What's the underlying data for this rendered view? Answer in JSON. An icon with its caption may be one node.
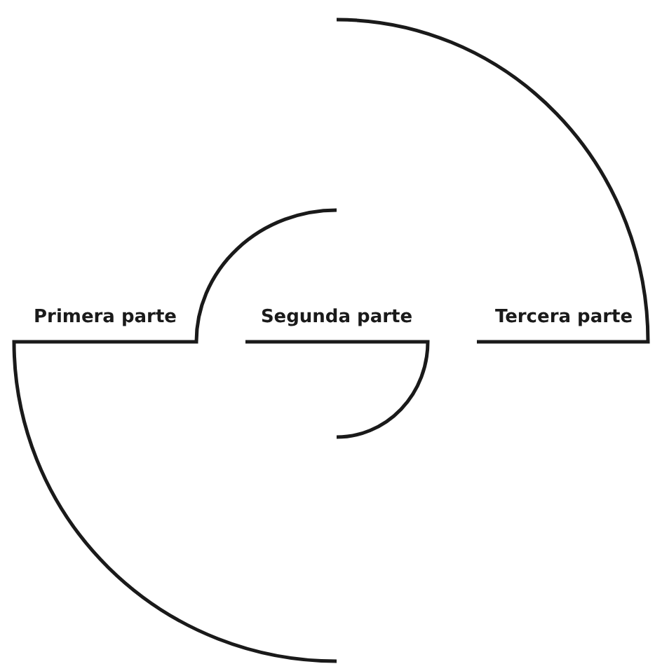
{
  "diagram": {
    "labels": [
      "Primera parte",
      "Segunda parte",
      "Tercera parte"
    ]
  }
}
